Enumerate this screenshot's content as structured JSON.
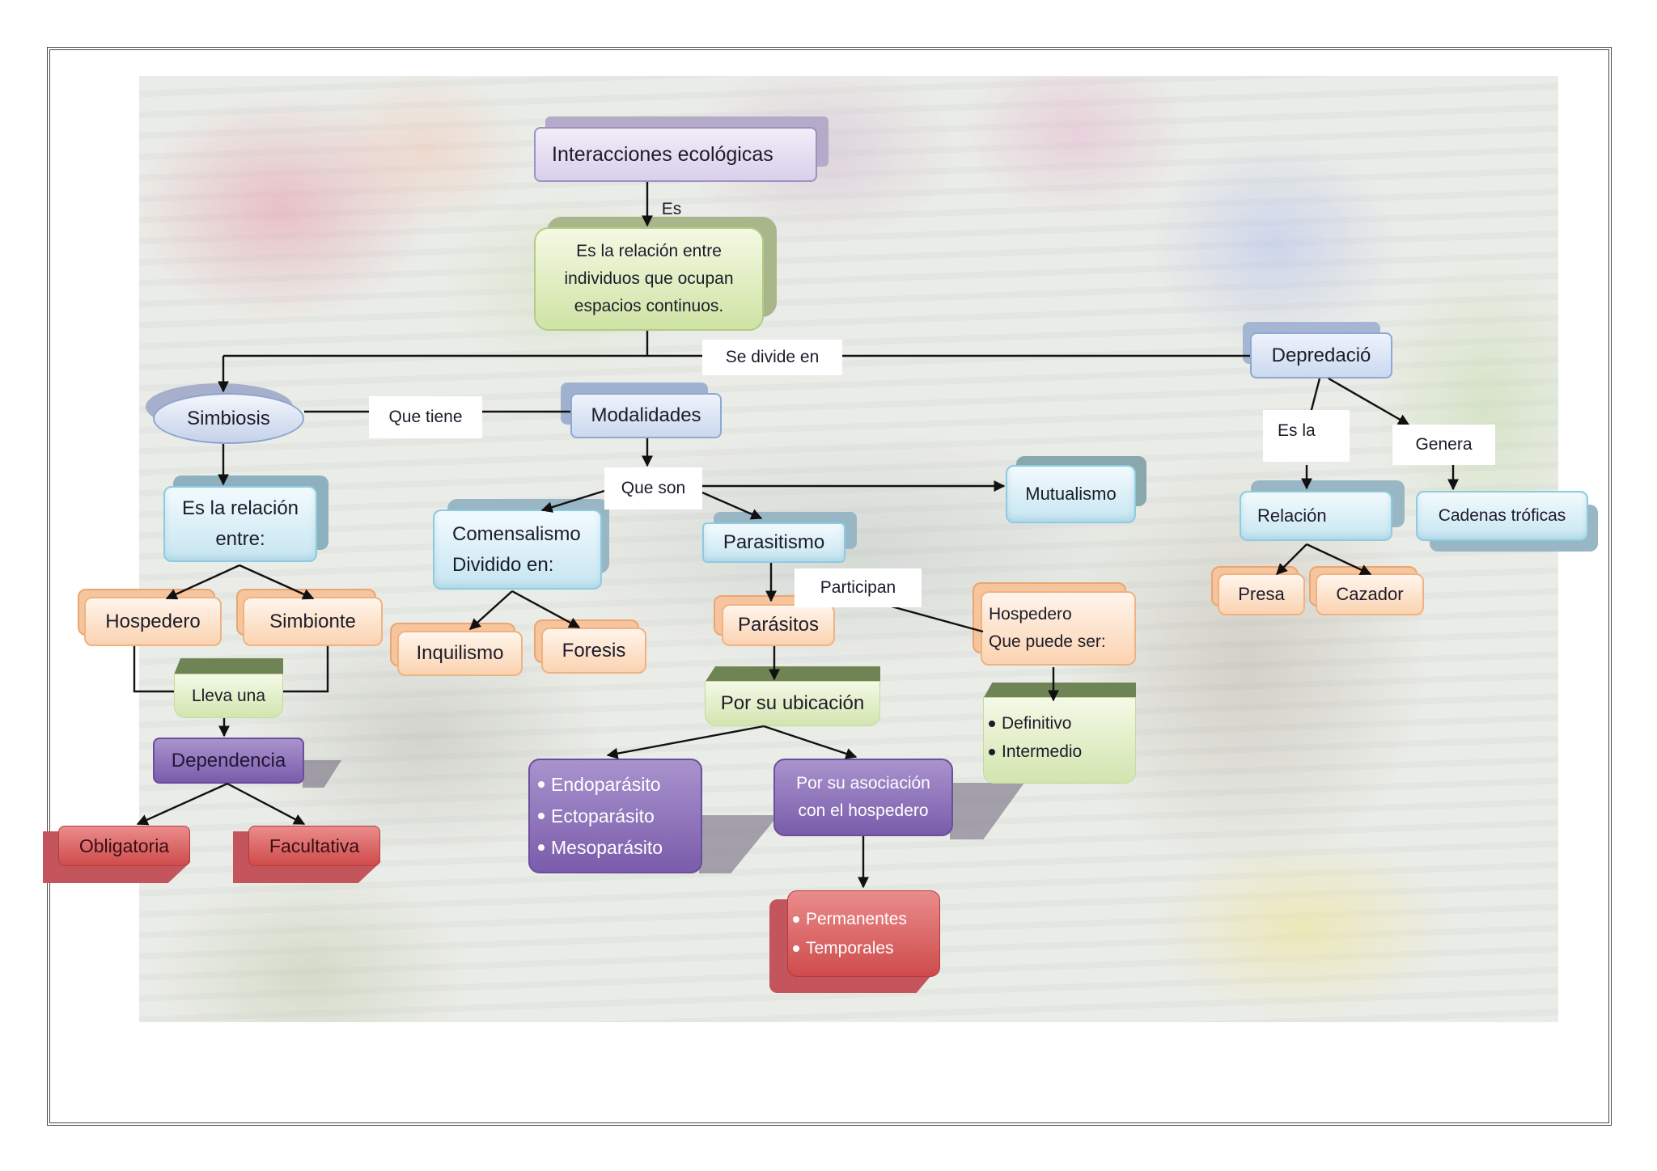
{
  "title": "Interacciones ecológicas",
  "links": {
    "es": "Es",
    "se_divide_en": "Se divide en",
    "que_tiene": "Que tiene",
    "que_son": "Que son",
    "participan": "Participan",
    "es_la": "Es la",
    "genera": "Genera"
  },
  "nodes": {
    "definicion": [
      "Es la relación entre",
      "individuos que ocupan",
      "espacios continuos."
    ],
    "simbiosis": "Simbiosis",
    "modalidades": "Modalidades",
    "depredacion": "Depredació",
    "relacion_entre": [
      "Es la relación",
      "entre:"
    ],
    "hospedero": "Hospedero",
    "simbionte": "Simbionte",
    "lleva_una": "Lleva una",
    "dependencia": "Dependencia",
    "obligatoria": "Obligatoria",
    "facultativa": "Facultativa",
    "comensalismo": [
      "Comensalismo",
      "Dividido en:"
    ],
    "inquilismo": "Inquilismo",
    "foresis": "Foresis",
    "mutualismo": "Mutualismo",
    "parasitismo": "Parasitismo",
    "parasitos": "Parásitos",
    "hospedero_tipos": [
      "Hospedero",
      "Que puede ser:"
    ],
    "tipos_hospedero": [
      "Definitivo",
      "Intermedio"
    ],
    "por_ubicacion": "Por su ubicación",
    "ubicacion_tipos": [
      "Endoparásito",
      "Ectoparásito",
      "Mesoparásito"
    ],
    "por_asociacion": [
      "Por su asociación",
      "con el hospedero"
    ],
    "asociacion_tipos": [
      "Permanentes",
      "Temporales"
    ],
    "relacion": "Relación",
    "presa": "Presa",
    "cazador": "Cazador",
    "cadenas_troficas": "Cadenas tróficas"
  },
  "colors": {
    "lavender": "#d9d0ea",
    "green": "#cfe3a4",
    "blue": "#c6e5f1",
    "orange": "#fbd3b1",
    "purple": "#7a5cab",
    "red": "#cf4b4b",
    "connector": "#111111"
  }
}
